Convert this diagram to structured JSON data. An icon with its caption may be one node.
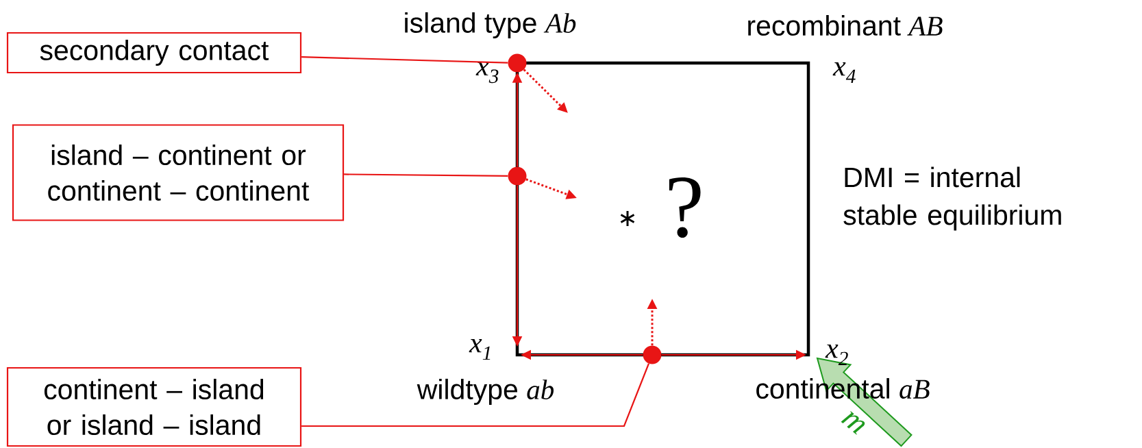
{
  "diagram": {
    "nodes": [
      {
        "text": [
          "secondary contact"
        ]
      },
      {
        "text": [
          "island – continent or continent – continent"
        ]
      },
      {
        "text": [
          "continent – island or island – island"
        ]
      },
      {
        "text": [],
        "shape": "circle"
      },
      {
        "text": [],
        "shape": "circle"
      },
      {
        "text": [],
        "shape": "circle"
      }
    ],
    "edges": [
      {
        "from": 0,
        "to": 3,
        "arrow": "none"
      },
      {
        "from": 1,
        "to": 4,
        "arrow": "none"
      },
      {
        "from": 2,
        "to": 5,
        "arrow": "none"
      },
      {
        "from": 4,
        "to": 3,
        "arrow": "to"
      },
      {
        "from": 4,
        "to": null,
        "arrow": "to"
      },
      {
        "from": 5,
        "to": null,
        "arrow": "to"
      },
      {
        "from": 5,
        "to": null,
        "arrow": "to"
      },
      {
        "from": 3,
        "to": null,
        "arrow": "to",
        "style": "dashed"
      },
      {
        "from": 4,
        "to": null,
        "arrow": "to",
        "style": "dashed"
      },
      {
        "from": 5,
        "to": null,
        "arrow": "to",
        "style": "dashed"
      }
    ],
    "labels": [
      "island type *Ab*",
      "recombinant *AB*",
      "x$_{3}$",
      "x$_{4}$",
      "?",
      "DMI = internal stable equilibrium",
      "x$_{1}$",
      "x$_{2}$",
      "wildtype *ab*",
      "continental *aB*",
      "m"
    ]
  }
}
